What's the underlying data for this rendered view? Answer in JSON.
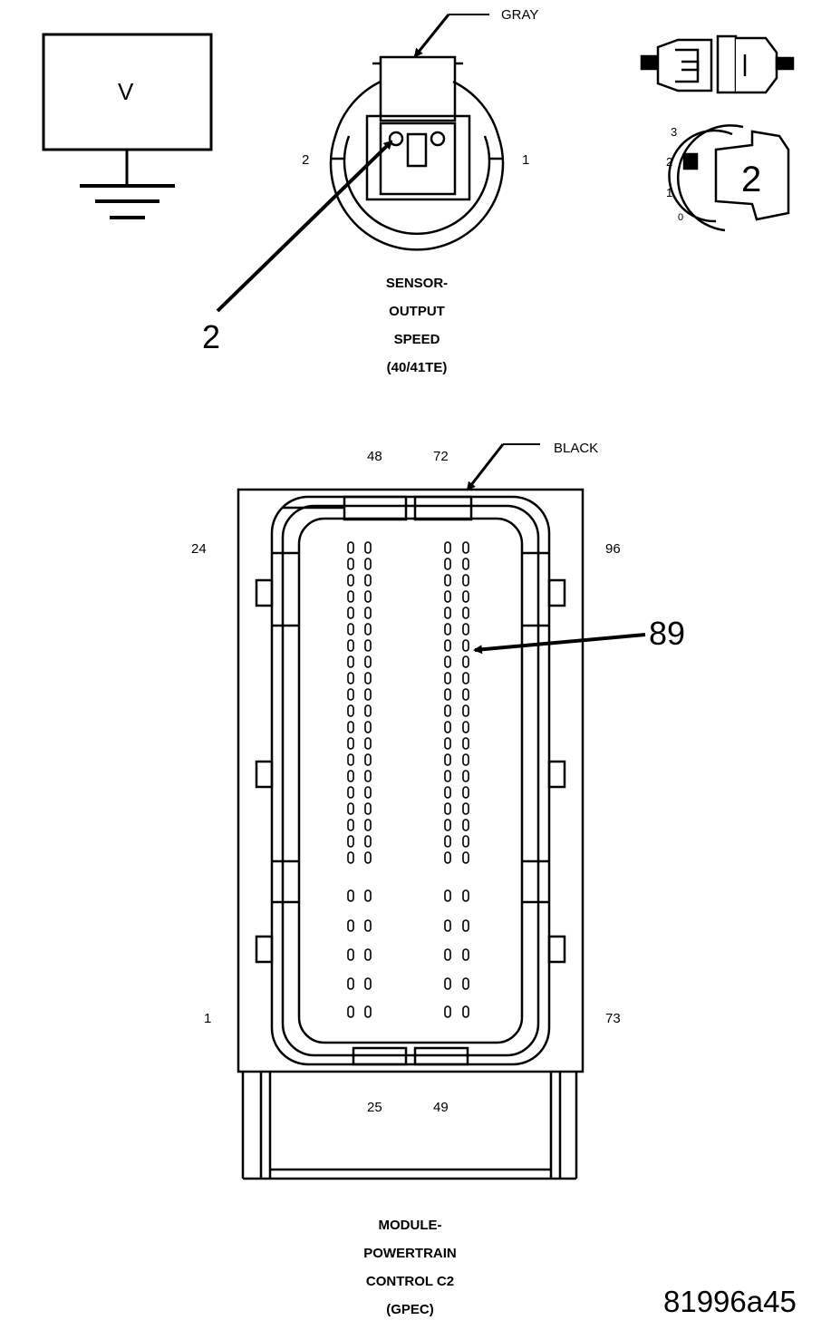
{
  "meter": {
    "symbol": "V"
  },
  "sensor_connector": {
    "color_label": "GRAY",
    "pin_left": "2",
    "pin_right": "1",
    "callout": "2",
    "caption": [
      "SENSOR-",
      "OUTPUT",
      "SPEED",
      "(40/41TE)"
    ]
  },
  "probe_legend": {
    "scale": [
      "3",
      "2",
      "1",
      "0"
    ],
    "selected": "2"
  },
  "pcm_connector": {
    "color_label": "BLACK",
    "pin_top_left": "48",
    "pin_top_right": "72",
    "pin_upper_left": "24",
    "pin_upper_right": "96",
    "pin_lower_left": "1",
    "pin_lower_right": "73",
    "pin_bottom_left": "25",
    "pin_bottom_right": "49",
    "callout": "89",
    "caption": [
      "MODULE-",
      "POWERTRAIN",
      "CONTROL C2",
      "(GPEC)"
    ]
  },
  "figure_id": "81996a45"
}
